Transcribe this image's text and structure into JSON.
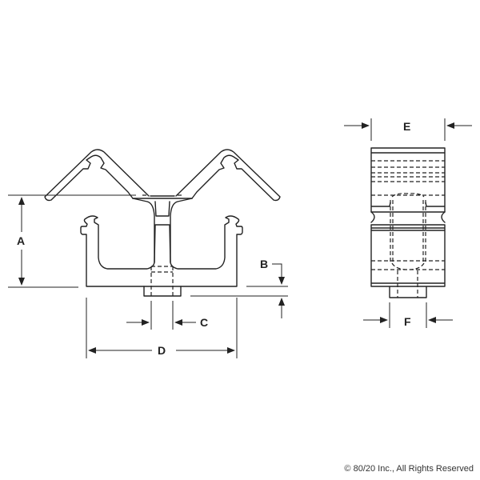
{
  "dimensions": {
    "a": "A",
    "b": "B",
    "c": "C",
    "d": "D",
    "e": "E",
    "f": "F"
  },
  "footer": {
    "copyright": "© 80/20 Inc., All Rights Reserved"
  }
}
